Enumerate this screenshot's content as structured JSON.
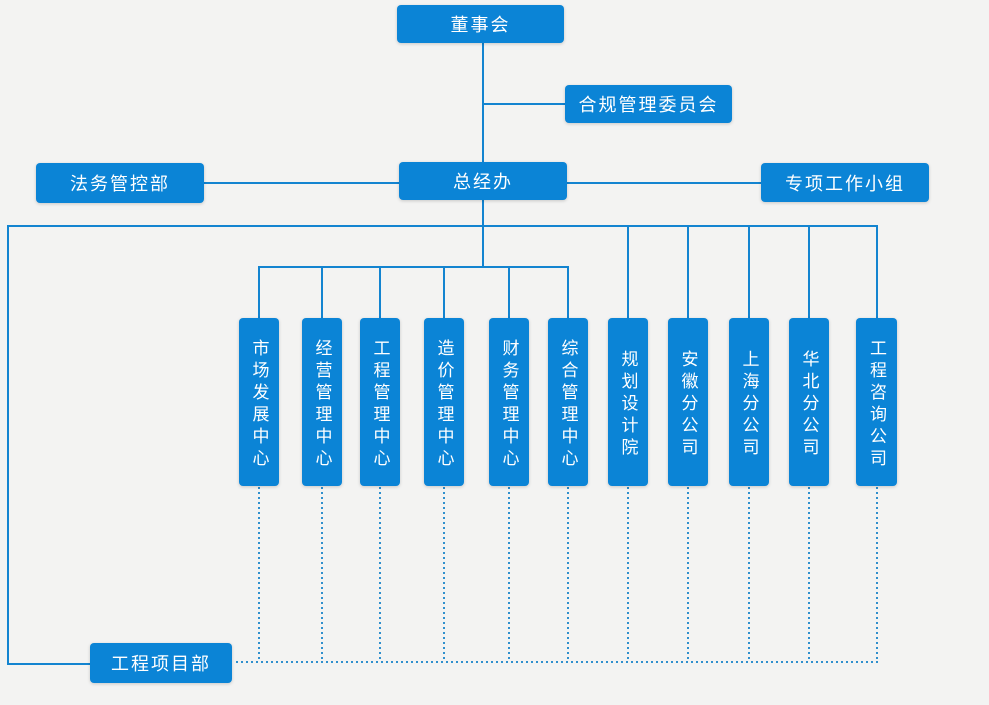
{
  "org_chart": {
    "root": {
      "label": "董事会"
    },
    "committee": {
      "label": "合规管理委员会"
    },
    "row2": {
      "legal": {
        "label": "法务管控部"
      },
      "gm_office": {
        "label": "总经办"
      },
      "special_group": {
        "label": "专项工作小组"
      }
    },
    "departments": [
      {
        "label": "市场发展中心"
      },
      {
        "label": "经营管理中心"
      },
      {
        "label": "工程管理中心"
      },
      {
        "label": "造价管理中心"
      },
      {
        "label": "财务管理中心"
      },
      {
        "label": "综合管理中心"
      },
      {
        "label": "规划设计院"
      },
      {
        "label": "安徽分公司"
      },
      {
        "label": "上海分公司"
      },
      {
        "label": "华北分公司"
      },
      {
        "label": "工程咨询公司"
      }
    ],
    "project_dept": {
      "label": "工程项目部"
    }
  },
  "colors": {
    "background": "#f3f3f2",
    "node_fill": "#0b84d6",
    "node_text": "#ffffff",
    "connector": "#1384d0",
    "dotted_connector": "#2f8fcd"
  }
}
